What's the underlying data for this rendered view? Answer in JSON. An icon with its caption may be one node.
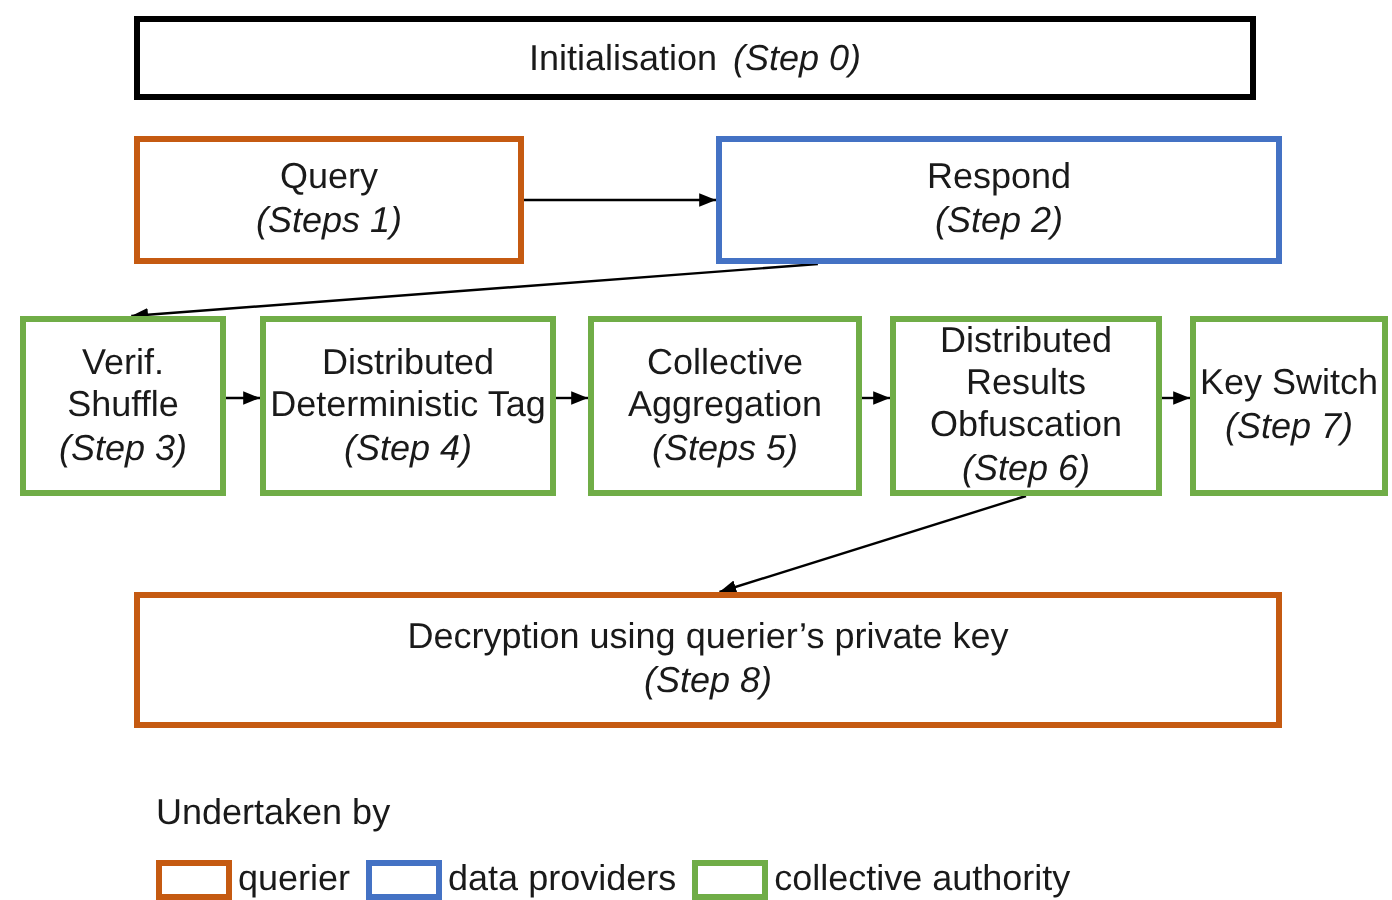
{
  "diagram": {
    "nodes": [
      {
        "text": [
          "Initialisation",
          "(Step 0)"
        ]
      },
      {
        "text": [
          "Query",
          "(Steps 1)"
        ]
      },
      {
        "text": [
          "Respond",
          "(Step 2)"
        ]
      },
      {
        "text": [
          "Verif. Shuffle",
          "(Step 3)"
        ]
      },
      {
        "text": [
          "Distributed Deterministic Tag",
          "(Step 4)"
        ]
      },
      {
        "text": [
          "Collective Aggregation",
          "(Steps 5)"
        ]
      },
      {
        "text": [
          "Distributed Results Obfuscation",
          "(Step 6)"
        ]
      },
      {
        "text": [
          "Key Switch",
          "(Step 7)"
        ]
      },
      {
        "text": [
          "Decryption using querier’s private key",
          "(Step 8)"
        ]
      }
    ],
    "edges": [
      {
        "from": 1,
        "to": 2,
        "arrow": "to"
      },
      {
        "from": 2,
        "to": 3,
        "arrow": "to"
      },
      {
        "from": 3,
        "to": 4,
        "arrow": "to"
      },
      {
        "from": 4,
        "to": 5,
        "arrow": "to"
      },
      {
        "from": 5,
        "to": 6,
        "arrow": "to"
      },
      {
        "from": 6,
        "to": 7,
        "arrow": "to"
      },
      {
        "from": 6,
        "to": 8,
        "arrow": "to"
      }
    ],
    "labels": [
      "Undertaken by"
    ],
    "legend": [
      {
        "text": "querier",
        "color": "#c55a11"
      },
      {
        "text": "data providers",
        "color": "#4472c4"
      },
      {
        "text": "collective authority",
        "color": "#70ad47"
      }
    ]
  }
}
